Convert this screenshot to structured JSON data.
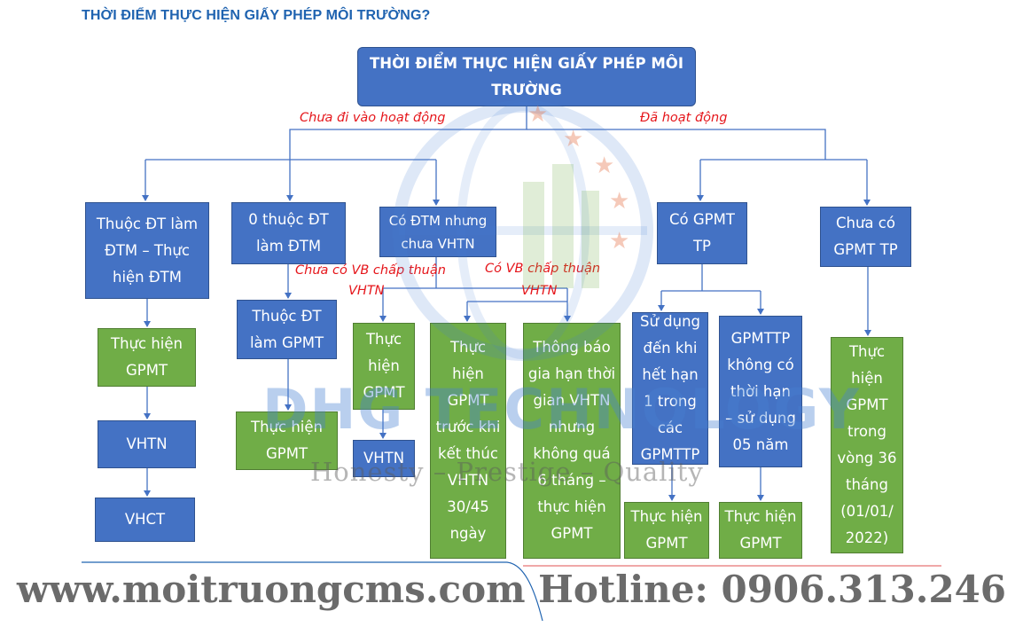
{
  "heading": "THỜI ĐIỂM THỰC HIỆN GIẤY PHÉP MÔI TRƯỜNG?",
  "root": "THỜI ĐIỂM THỰC HIỆN GIẤY PHÉP MÔI\nTRƯỜNG",
  "edges": {
    "not_operating": "Chưa đi vào hoạt động",
    "operating": "Đã hoạt động",
    "no_approval": "Chưa có VB chấp thuận",
    "no_approval_2": "VHTN",
    "has_approval": "Có VB chấp thuận",
    "has_approval_2": "VHTN"
  },
  "nodes": {
    "dtm": "Thuộc ĐT làm\nĐTM – Thực\nhiện ĐTM",
    "not_dtm": "0 thuộc ĐT\nlàm ĐTM",
    "dtm_no_vhtn": "Có ĐTM nhưng\nchưa VHTN",
    "has_gpmt": "Có GPMT\nTP",
    "no_gpmt": "Chưa có\nGPMT TP",
    "dtm_gpmt": "Thực hiện\nGPMT",
    "dtm_vhtn": "VHTN",
    "dtm_vhct": "VHCT",
    "gpmt_type": "Thuộc ĐT\nlàm GPMT",
    "gpmt_do": "Thực hiện\nGPMT",
    "na_gpmt": "Thực\nhiện\nGPMT",
    "na_vhtn": "VHTN",
    "before_end": "Thực\nhiện\nGPMT\ntrước khi\nkết thúc\nVHTN\n30/45\nngày",
    "extend": "Thông báo\ngia hạn thời\ngian VHTN\nnhưng\nkhông quá\n6 tháng –\nthực hiện\nGPMT",
    "use_until": "Sử dụng\nđến khi\nhết hạn\n1 trong\ncác\nGPMTTP",
    "no_term": "GPMTTP\nkhông có\nthời hạn\n– sử dụng\n05 năm",
    "use_gpmt": "Thực hiện\nGPMT",
    "term_gpmt": "Thực hiện\nGPMT",
    "within36": "Thực\nhiện\nGPMT\ntrong\nvòng 36\ntháng\n(01/01/\n2022)"
  },
  "watermark": {
    "brand": "DHG TECHNOLOGY",
    "slogan": "Honesty – Prestige – Quality"
  },
  "footer": "www.moitruongcms.com Hotline: 0906.313.246",
  "colors": {
    "heading": "#1f63b0",
    "box_blue": "#4472c4",
    "box_green": "#70ad47",
    "edge_label": "#e5161b",
    "connector": "#5b9bd5"
  }
}
